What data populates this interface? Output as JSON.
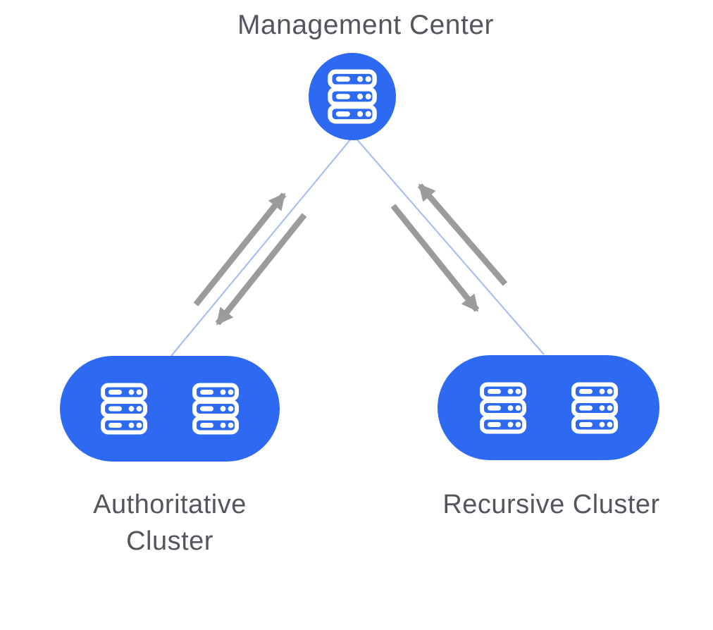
{
  "diagram": {
    "type": "network-topology",
    "title": "Management Center",
    "nodes": [
      {
        "id": "management-center",
        "label": "Management Center",
        "shape": "circle",
        "icon": "server-stack-icon",
        "server_icon_count": 1,
        "fill": "#2d6af1"
      },
      {
        "id": "authoritative-cluster",
        "label": "Authoritative Cluster",
        "shape": "pill",
        "icon": "server-stack-icon",
        "server_icon_count": 2,
        "fill": "#2d6af1"
      },
      {
        "id": "recursive-cluster",
        "label": "Recursive Cluster",
        "shape": "pill",
        "icon": "server-stack-icon",
        "server_icon_count": 2,
        "fill": "#2d6af1"
      }
    ],
    "edges": [
      {
        "from": "management-center",
        "to": "authoritative-cluster",
        "connector_style": "thin-line",
        "bidirectional_arrows": true
      },
      {
        "from": "management-center",
        "to": "recursive-cluster",
        "connector_style": "thin-line",
        "bidirectional_arrows": true
      }
    ],
    "colors": {
      "node_fill": "#2d6af1",
      "icon_white": "#ffffff",
      "connector_line": "#a8bef5",
      "arrow_gray": "#9b9b9b",
      "label_text": "#54555d",
      "background": "#ffffff"
    }
  }
}
